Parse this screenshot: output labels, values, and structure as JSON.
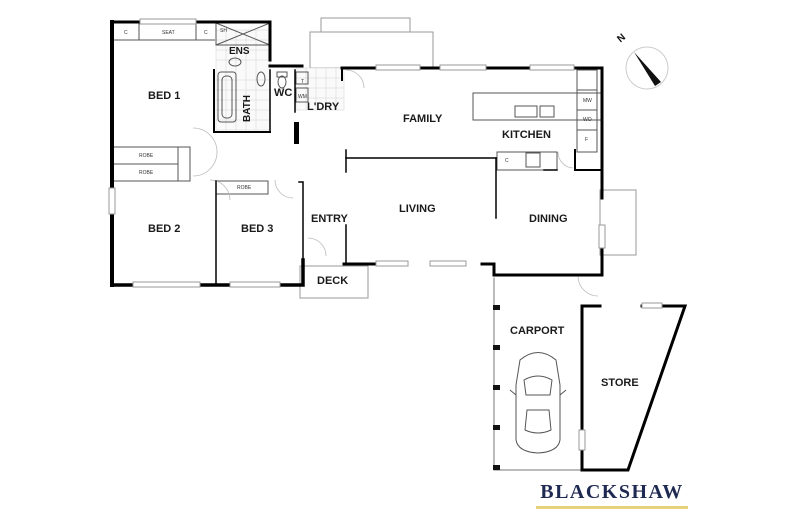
{
  "plan": {
    "rooms": {
      "bed1": "BED 1",
      "bed2": "BED 2",
      "bed3": "BED 3",
      "ens": "ENS",
      "bath": "BATH",
      "wc": "WC",
      "laundry": "L'DRY",
      "family": "FAMILY",
      "kitchen": "KITCHEN",
      "living": "LIVING",
      "dining": "DINING",
      "entry": "ENTRY",
      "deck": "DECK",
      "carport": "CARPORT",
      "store": "STORE"
    },
    "fixtures": {
      "c_left": "C",
      "seat": "SEAT",
      "c_right": "C",
      "shower": "SH",
      "robe1": "ROBE",
      "robe2": "ROBE",
      "robe3": "ROBE",
      "wm": "WM",
      "t": "T",
      "mw": "MW",
      "wo": "WO",
      "f": "F",
      "c_kitchen": "C"
    },
    "compass": {
      "label": "N"
    }
  },
  "brand": {
    "name": "BLACKSHAW",
    "primary_color": "#1f2a52",
    "accent_color": "#e6d27a"
  }
}
